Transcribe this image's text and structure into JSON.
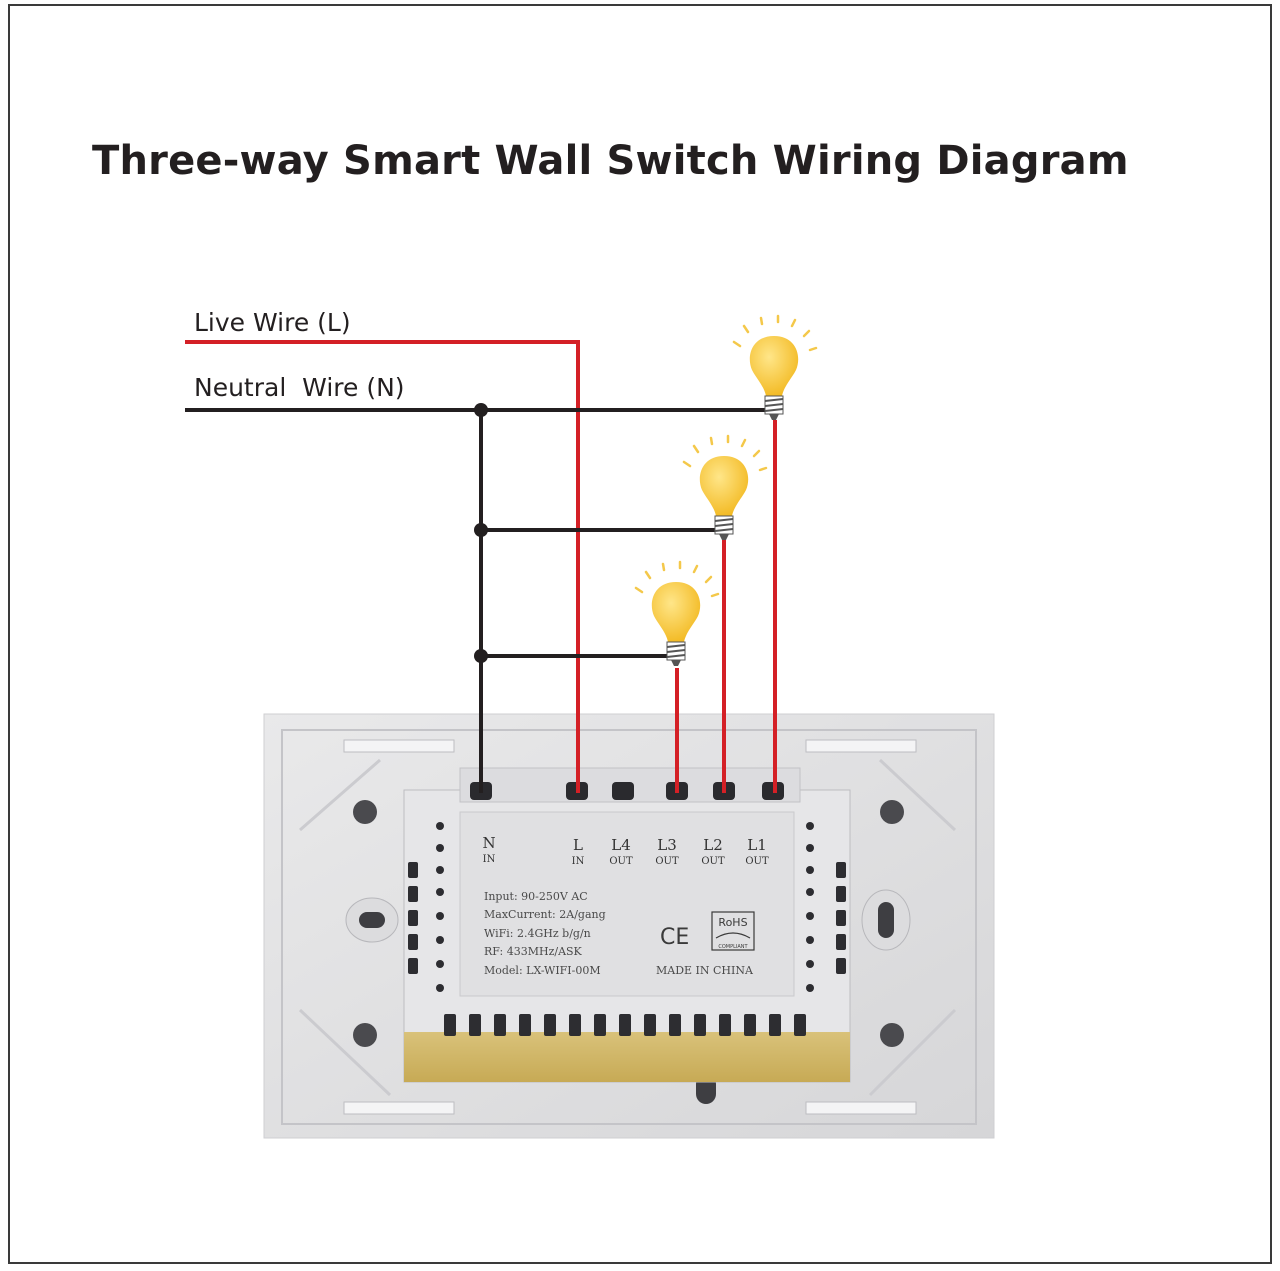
{
  "title": "Three-way Smart Wall Switch Wiring Diagram",
  "wires": {
    "live_label": "Live Wire (L)",
    "neutral_label": "Neutral  Wire (N)"
  },
  "terminals": [
    {
      "name": "N",
      "sub": "IN"
    },
    {
      "name": "L",
      "sub": "IN"
    },
    {
      "name": "L4",
      "sub": "OUT"
    },
    {
      "name": "L3",
      "sub": "OUT"
    },
    {
      "name": "L2",
      "sub": "OUT"
    },
    {
      "name": "L1",
      "sub": "OUT"
    }
  ],
  "specs": {
    "input": "Input: 90-250V AC",
    "current": "MaxCurrent: 2A/gang",
    "wifi": "WiFi: 2.4GHz b/g/n",
    "rf": "RF: 433MHz/ASK",
    "model": "Model: LX-WIFI-00M",
    "ce": "CE",
    "rohs": "RoHS",
    "rohs_sub": "COMPLIANT",
    "made_in": "MADE IN CHINA"
  },
  "colors": {
    "live": "#d42026",
    "neutral": "#231f20",
    "bulb": "#f7c531"
  }
}
